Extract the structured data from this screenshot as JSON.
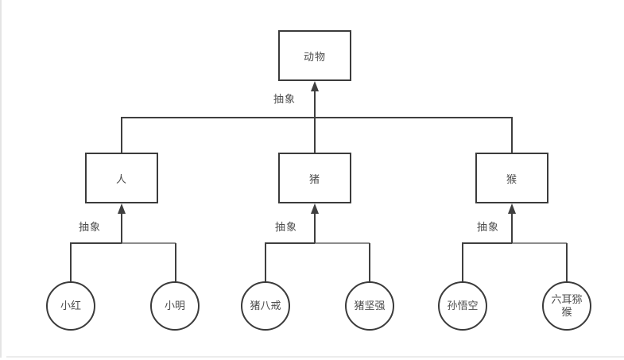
{
  "canvas": {
    "background": "#ffffff",
    "edge_line_color": "#e8e8e8"
  },
  "diagram": {
    "type": "class-hierarchy-tree",
    "stroke_color": "#3f3f3f",
    "stroke_color_light": "#8c8c8c",
    "text_color": "#4d4d4d",
    "edge_label": "抽象",
    "root": {
      "id": "animal",
      "label": "动物",
      "shape": "rectangle"
    },
    "classes": [
      {
        "id": "human",
        "label": "人",
        "shape": "rectangle",
        "instances": [
          "小红",
          "小明"
        ]
      },
      {
        "id": "pig",
        "label": "猪",
        "shape": "rectangle",
        "instances": [
          "猪八戒",
          "猪坚强"
        ]
      },
      {
        "id": "monkey",
        "label": "猴",
        "shape": "rectangle",
        "instances": [
          "孙悟空",
          "六耳猕猴"
        ]
      }
    ]
  }
}
